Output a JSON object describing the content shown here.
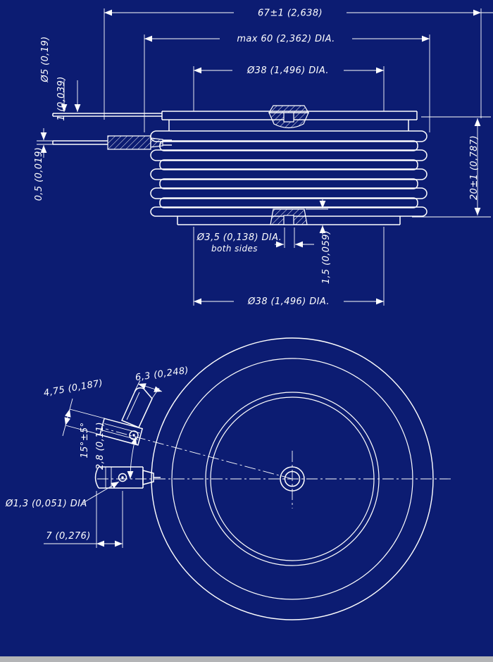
{
  "colors": {
    "background": "#0c1c72",
    "line": "#ffffff",
    "strip": "#b3b4b6"
  },
  "side_view": {
    "dim_width": "67±1 (2,638)",
    "dim_max_dia": "max 60 (2,362) DIA.",
    "dim_pole_dia_top": "Ø38 (1,496) DIA.",
    "dim_lead_dia": "Ø5 (0,19)",
    "dim_lead_gap": "1 (0,039)",
    "dim_lead_thickness": "0,5 (0,019)",
    "dim_height": "20±1 (0,787)",
    "dim_gate_hole": "Ø3,5 (0,138) DIA.",
    "dim_gate_hole_note": "both sides",
    "dim_hub_height": "1,5 (0,059)",
    "dim_pole_dia_bottom": "Ø38 (1,496) DIA."
  },
  "plan_view": {
    "dim_tab": "6,3 (0,248)",
    "dim_tab_width": "4,75 (0,187)",
    "dim_angle": "15°±5°",
    "dim_terminal": "2,8 (0,11)",
    "dim_pin_hole": "Ø1,3 (0,051) DIA",
    "dim_pin_offset": "7 (0,276)"
  }
}
